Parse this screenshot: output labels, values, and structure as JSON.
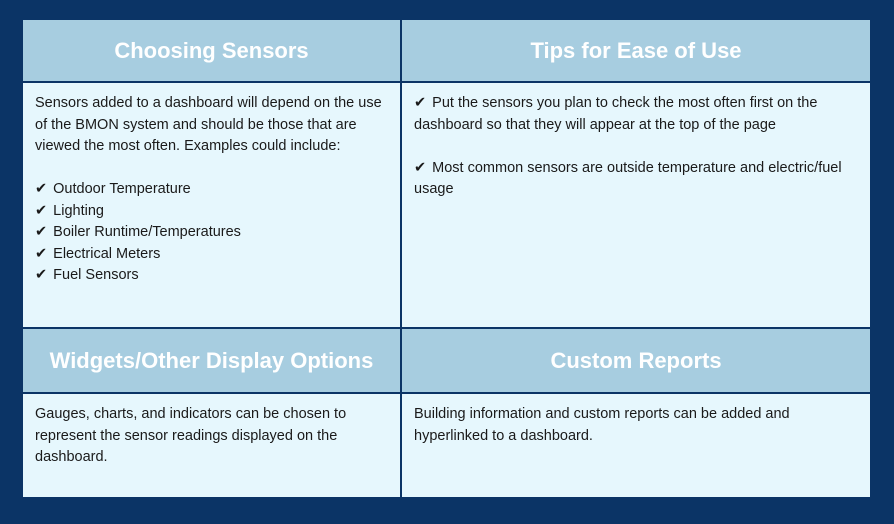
{
  "check_glyph": "✔",
  "colors": {
    "background": "#0b3466",
    "header_bg": "#a7cde0",
    "header_text": "#ffffff",
    "cell_bg": "#e6f7fd"
  },
  "sections": {
    "choosing": {
      "title": "Choosing Sensors",
      "intro": "Sensors added to a dashboard will depend on the use of the BMON system and should be those that are viewed the most often. Examples could include:",
      "items": [
        "Outdoor Temperature",
        "Lighting",
        "Boiler Runtime/Temperatures",
        "Electrical Meters",
        "Fuel Sensors"
      ]
    },
    "tips": {
      "title": "Tips for Ease of Use",
      "items": [
        "Put the sensors you plan to check the most often first on the dashboard so that they will appear at the top of the page",
        "Most common sensors are outside temperature and electric/fuel usage"
      ]
    },
    "widgets": {
      "title": "Widgets/Other Display Options",
      "text": "Gauges, charts, and indicators can be chosen to represent the sensor readings displayed on the dashboard."
    },
    "reports": {
      "title": "Custom Reports",
      "text": "Building information and custom reports can be added and hyperlinked to a dashboard."
    }
  }
}
